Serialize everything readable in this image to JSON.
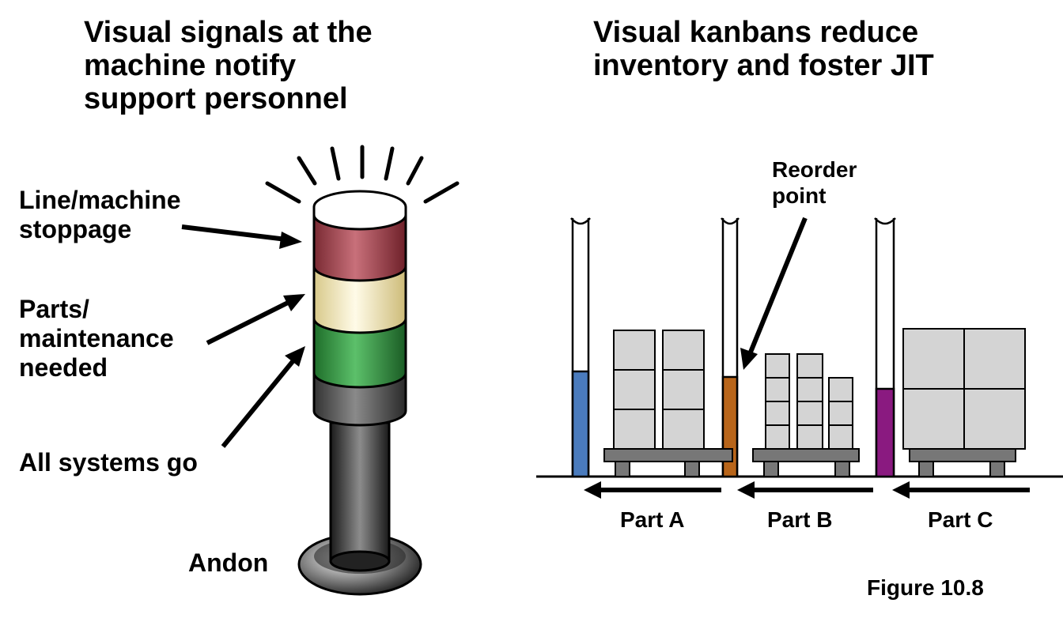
{
  "left": {
    "title_lines": [
      "Visual signals at the",
      "machine notify",
      "support personnel"
    ],
    "labels": {
      "stoppage": [
        "Line/machine",
        "stoppage"
      ],
      "parts": [
        "Parts/",
        "maintenance",
        "needed"
      ],
      "all_go": "All systems go",
      "andon": "Andon"
    },
    "colors": {
      "red": "#b04a55",
      "yellow": "#f5ecc0",
      "green": "#3a9a45",
      "body": "#444444"
    }
  },
  "right": {
    "title_lines": [
      "Visual kanbans reduce",
      "inventory and foster JIT"
    ],
    "reorder_point": [
      "Reorder",
      "point"
    ],
    "parts": [
      {
        "label": "Part A",
        "color": "#4a7bbd"
      },
      {
        "label": "Part B",
        "color": "#b8651a"
      },
      {
        "label": "Part C",
        "color": "#8a1a80"
      }
    ]
  },
  "figure_label": "Figure 10.8"
}
